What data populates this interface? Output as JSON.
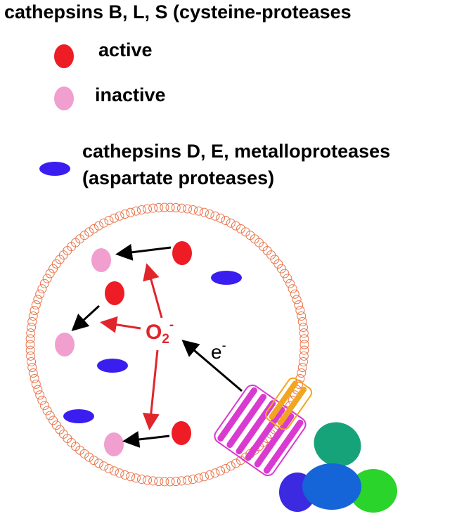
{
  "header": {
    "title": "cathepsins B, L, S (cysteine-proteases"
  },
  "legend": {
    "active_label": "active",
    "inactive_label": "inactive",
    "aspartate_line1": "cathepsins D, E, metalloproteases",
    "aspartate_line2": "(aspartate proteases)"
  },
  "diagram": {
    "superoxide": "O",
    "superoxide_sub": "2",
    "superoxide_sup": "-",
    "electron": "e",
    "electron_sup": "-"
  },
  "colors": {
    "active": "#ee1c25",
    "inactive": "#f09fcf",
    "aspartate": "#3a1ef0",
    "membrane": "#e8734a",
    "red_arrow": "#e0252b",
    "superoxide_text": "#e0252b",
    "complex_magenta": "#d93ad0",
    "complex_orange": "#f2a51e",
    "complex_teal": "#17a37a",
    "complex_blue": "#1565d8",
    "complex_indigo": "#3b2ae0",
    "complex_green": "#2ad42a"
  }
}
